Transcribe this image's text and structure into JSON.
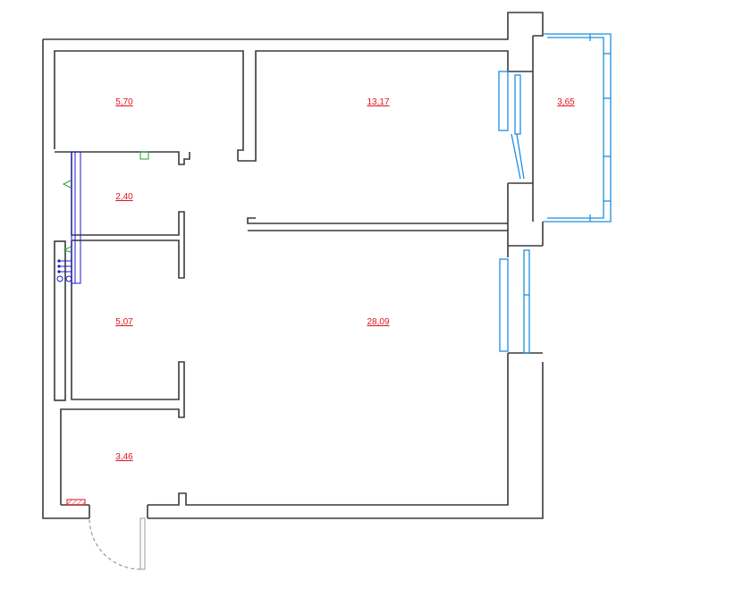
{
  "colors": {
    "wall": "#3a3a3a",
    "area_label": "#e0141e",
    "window": "#1e8fe0",
    "pipe": "#1a1ad0",
    "marker": "#2aa02a",
    "hatch": "#e0141e"
  },
  "rooms": [
    {
      "id": "room-storage",
      "area": "5,70"
    },
    {
      "id": "room-bedroom",
      "area": "13,17"
    },
    {
      "id": "room-balcony",
      "area": "3,65"
    },
    {
      "id": "room-wc",
      "area": "2,40"
    },
    {
      "id": "room-bathroom",
      "area": "5,07"
    },
    {
      "id": "room-living",
      "area": "28,09"
    },
    {
      "id": "room-hall",
      "area": "3,46"
    }
  ]
}
